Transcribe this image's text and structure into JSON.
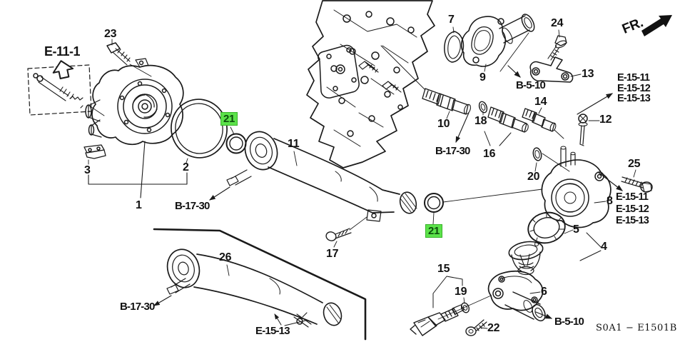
{
  "direction_label": "FR.",
  "diagram_code": "S0A1 − E1501B",
  "colors": {
    "line": "#1a1a1a",
    "background": "#ffffff",
    "highlight_bg": "#5ce24a",
    "highlight_text": "#0b4d0b"
  },
  "callouts": {
    "part_1": "1",
    "part_2": "2",
    "part_3": "3",
    "part_4": "4",
    "part_5": "5",
    "part_6": "6",
    "part_7": "7",
    "part_8": "8",
    "part_9": "9",
    "part_10": "10",
    "part_11": "11",
    "part_12": "12",
    "part_13": "13",
    "part_14": "14",
    "part_15": "15",
    "part_16": "16",
    "part_17": "17",
    "part_18": "18",
    "part_19": "19",
    "part_20": "20",
    "part_21_left": "21",
    "part_21_right": "21",
    "part_22": "22",
    "part_23": "23",
    "part_24": "24",
    "part_25": "25",
    "part_26": "26"
  },
  "references": {
    "e_11_1": "E-11-1",
    "b_17_30_left": "B-17-30",
    "b_17_30_middle": "B-17-30",
    "b_17_30_bottom": "B-17-30",
    "b_5_10_top": "B-5-10",
    "b_5_10_bottom": "B-5-10",
    "e_15_top": [
      "E-15-11",
      "E-15-12",
      "E-15-13"
    ],
    "e_15_middle": [
      "E-15-11",
      "E-15-12",
      "E-15-13"
    ],
    "e_15_13_bottom": "E-15-13"
  }
}
